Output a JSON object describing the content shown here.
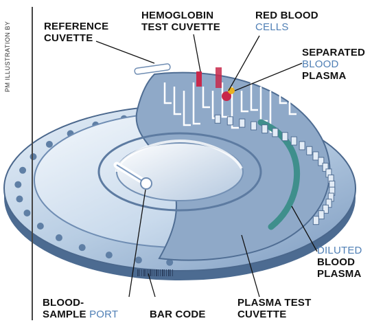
{
  "credit": "PM ILLUSTRATION BY",
  "labels": {
    "reference_cuvette": [
      "REFERENCE",
      "CUVETTE"
    ],
    "hemoglobin_cuvette": [
      "HEMOGLOBIN",
      "TEST CUVETTE"
    ],
    "red_blood_cells": [
      "RED BLOOD",
      "CELLS"
    ],
    "separated_plasma": [
      "SEPARATED",
      "BLOOD",
      "PLASMA"
    ],
    "diluted_plasma": [
      "DILUTED",
      "BLOOD",
      "PLASMA"
    ],
    "blood_sample_port": [
      "BLOOD-",
      "SAMPLE",
      "PORT"
    ],
    "bar_code": "BAR CODE",
    "plasma_test_cuvette": [
      "PLASMA TEST",
      "CUVETTE"
    ]
  },
  "colors": {
    "disc_light": "#dbe8f5",
    "disc_mid": "#a9c1dc",
    "disc_dark": "#5f7fa5",
    "red_cells": "#c8284a",
    "plasma": "#e8b020",
    "diluted": "#3f8f8c",
    "label_blue": "#4f7fb5"
  }
}
